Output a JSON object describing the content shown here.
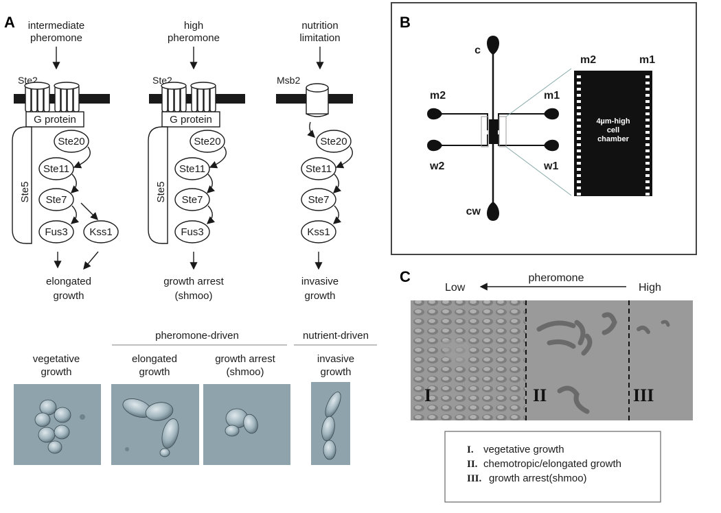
{
  "panels": {
    "a": "A",
    "b": "B",
    "c": "C"
  },
  "pathways": [
    {
      "stimulus": [
        "intermediate",
        "pheromone"
      ],
      "receptor": "Ste2",
      "gprotein": "G protein",
      "scaffold": "Ste5",
      "kinases": [
        "Ste20",
        "Ste11",
        "Ste7",
        "Fus3",
        "Kss1"
      ],
      "outcome": [
        "elongated",
        "growth"
      ]
    },
    {
      "stimulus": [
        "high",
        "pheromone"
      ],
      "receptor": "Ste2",
      "gprotein": "G protein",
      "scaffold": "Ste5",
      "kinases": [
        "Ste20",
        "Ste11",
        "Ste7",
        "Fus3"
      ],
      "outcome": [
        "growth arrest",
        "(shmoo)"
      ]
    },
    {
      "stimulus": [
        "nutrition",
        "limitation"
      ],
      "receptor": "Msb2",
      "kinases": [
        "Ste20",
        "Ste11",
        "Ste7",
        "Kss1"
      ],
      "outcome": [
        "invasive",
        "growth"
      ]
    }
  ],
  "micrographs": {
    "group_pheromone": "pheromone-driven",
    "group_nutrient": "nutrient-driven",
    "labels": [
      [
        "vegetative",
        "growth"
      ],
      [
        "elongated",
        "growth"
      ],
      [
        "growth arrest",
        "(shmoo)"
      ],
      [
        "invasive",
        "growth"
      ]
    ]
  },
  "device": {
    "ports": [
      "c",
      "m2",
      "m1",
      "w2",
      "w1",
      "cw"
    ],
    "zoom_labels": [
      "m2",
      "m1"
    ],
    "chamber_text": [
      "4µm-high",
      "cell",
      "chamber"
    ]
  },
  "gradient": {
    "title": "pheromone",
    "low": "Low",
    "high": "High",
    "regions": [
      "I",
      "II",
      "III"
    ],
    "legend": [
      {
        "num": "I.",
        "text": "vegetative growth"
      },
      {
        "num": "II.",
        "text": "chemotropic/elongated growth"
      },
      {
        "num": "III.",
        "text": "growth arrest(shmoo)"
      }
    ]
  },
  "colors": {
    "micrograph_bg": "#8fa3ad",
    "gradient_bg": "#9a9a9a",
    "ink": "#1a1a1a"
  }
}
